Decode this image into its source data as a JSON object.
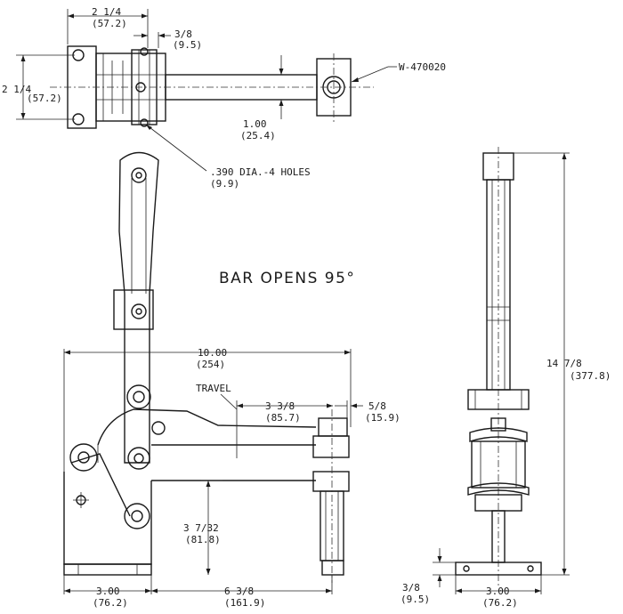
{
  "labels": {
    "top_width": "2 1/4",
    "top_width_mm": "(57.2)",
    "top_offset": "3/8",
    "top_offset_mm": "(9.5)",
    "left_height": "2 1/4",
    "left_height_mm": "(57.2)",
    "part_number": "W-470020",
    "bar_width": "1.00",
    "bar_width_mm": "(25.4)",
    "holes": ".390 DIA.-4 HOLES",
    "holes_mm": "(9.9)",
    "bar_opens": "BAR OPENS 95°",
    "overall_length": "10.00",
    "overall_length_mm": "(254)",
    "travel": "TRAVEL",
    "travel_dist": "3 3/8",
    "travel_dist_mm": "(85.7)",
    "spindle_offset": "5/8",
    "spindle_offset_mm": "(15.9)",
    "height": "3 7/32",
    "height_mm": "(81.8)",
    "base_width": "3.00",
    "base_width_mm": "(76.2)",
    "reach": "6 3/8",
    "reach_mm": "(161.9)",
    "overall_height": "14 7/8",
    "overall_height_mm": "(377.8)",
    "base_thickness": "3/8",
    "base_thickness_mm": "(9.5)",
    "side_base_width": "3.00",
    "side_base_width_mm": "(76.2)"
  }
}
